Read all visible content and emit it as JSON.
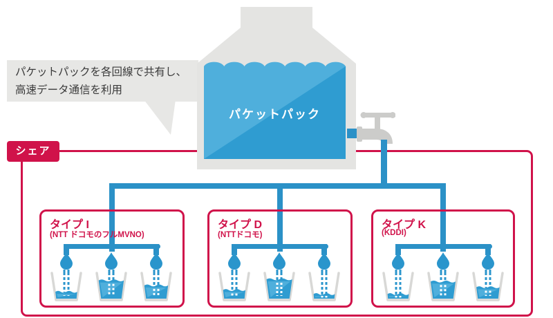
{
  "callout": {
    "line1": "パケットパックを各回線で共有し、",
    "line2": "高速データ通信を利用"
  },
  "share_badge": "シェア",
  "tank": {
    "label": "パケットパック"
  },
  "groups": [
    {
      "id": "type-i",
      "title": "タイプ I",
      "subtitle": "(NTT ドコモのフルMVNO)",
      "cup_levels": [
        0.3,
        0.8,
        0.58
      ]
    },
    {
      "id": "type-d",
      "title": "タイプ D",
      "subtitle": "(NTTドコモ)",
      "cup_levels": [
        0.38,
        0.85,
        0.2
      ]
    },
    {
      "id": "type-k",
      "title": "タイプ K",
      "subtitle": "(KDDI)",
      "cup_levels": [
        0.2,
        0.75,
        0.5
      ]
    }
  ],
  "colors": {
    "accent_red": "#d0124a",
    "pipe_blue": "#2b91c7",
    "water_light": "#4fafdc",
    "water_dark": "#2f9cd1",
    "drop_blue": "#2a95cc",
    "tank_gray": "#e4e4e2",
    "faucet_gray": "#ccccca",
    "bubble_gray": "#e7e7e5",
    "cup_gray": "#d8d8d6",
    "text_dark": "#3a3a3a"
  }
}
